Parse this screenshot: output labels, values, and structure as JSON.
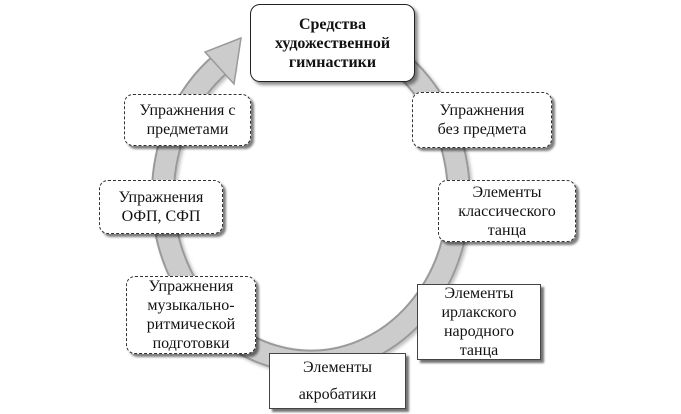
{
  "diagram": {
    "center": [
      "Средства",
      "художественной",
      "гимнастики"
    ],
    "nodes": [
      {
        "id": "no-apparatus",
        "lines": [
          "Упражнения",
          "без предмета"
        ]
      },
      {
        "id": "classical-dance",
        "lines": [
          "Элементы",
          "классического",
          "танца"
        ]
      },
      {
        "id": "folk-dance",
        "lines": [
          "Элементы",
          "ирлакского",
          "народного",
          "танца"
        ]
      },
      {
        "id": "acrobatics",
        "lines": [
          "Элементы",
          "акробатики"
        ]
      },
      {
        "id": "music-rhythm",
        "lines": [
          "Упражнения",
          "музыкально-",
          "ритмической",
          "подготовки"
        ]
      },
      {
        "id": "ofp-sfp",
        "lines": [
          "Упражнения",
          "ОФП, СФП"
        ]
      },
      {
        "id": "with-apparatus",
        "lines": [
          "Упражнения с",
          "предметами"
        ]
      }
    ],
    "colors": {
      "ring": "#cccccc",
      "ring_edge": "#9a9a9a",
      "text": "#111111",
      "border": "#333333"
    }
  }
}
